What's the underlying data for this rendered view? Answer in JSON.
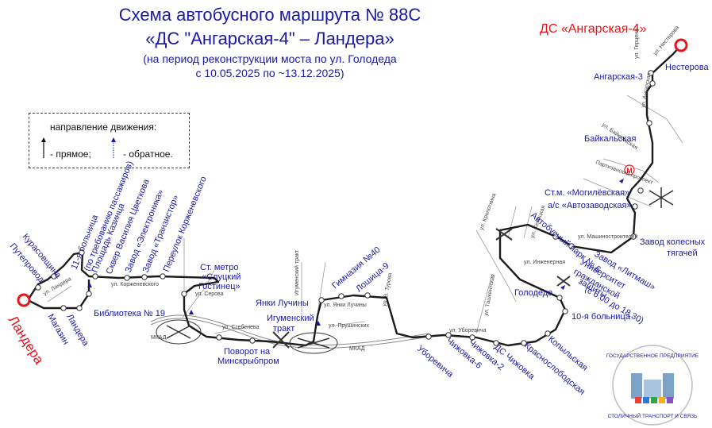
{
  "title": {
    "line1": "Схема автобусного маршрута № 88С",
    "line2": "«ДС \"Ангарская-4\" – Ландера»",
    "line3": "(на период реконструкции моста по ул. Голодеда",
    "line4": "с 10.05.2025 по ~13.12.2025)"
  },
  "terminals": {
    "start": "ДС «Ангарская-4»",
    "end": "Ландера"
  },
  "legend": {
    "title": "направление движения:",
    "forward": "- прямое;",
    "backward": "- обратное."
  },
  "stops": {
    "nesterova": "Нестерова",
    "angarskaya3": "Ангарская-3",
    "baikalskaya": "Байкальская",
    "mogilevskaya": "Ст.м. «Могилёвская»",
    "avtozavodskaya": "а/с «Автозаводская»",
    "zavod_kolesnyh_1": "Завод колесных",
    "zavod_kolesnyh_2": "тягачей",
    "avtopark": "Автобусный парк № 6",
    "zavod_litmash": "Завод «Литмаш»",
    "universitet_1": "Университет",
    "universitet_2": "гражданской",
    "universitet_3": "защиты",
    "universitet_time": "(с 6.00 до 18.30)",
    "golodeda": "Голодеда",
    "bolnica10": "10-я больница",
    "kolyadskaya": "Копыльская",
    "krasnoslobodskaya": "Краснослободская",
    "ds_chizhovka": "ДС Чижовка",
    "chizhovka2": "Чижовка-2",
    "chizhovka6": "Чижовка-6",
    "uborevicha": "Уборевича",
    "pashchina9": "Лошица-9",
    "gimnaziya40": "Гимназия №40",
    "yanki_luchiny": "Янки Лучины",
    "igumensky_1": "Игуменский",
    "igumensky_2": "тракт",
    "povorot_1": "Поворот на",
    "povorot_2": "Минскрыбпром",
    "st_metro_1": "Ст. метро",
    "st_metro_2": "«Слуцкий",
    "st_metro_3": "Гостинец»",
    "pereulok": "Переулок Корженевского",
    "zavod_tranzistor": "Завод «Транзистор»",
    "zavod_elektronika": "Завод «Электроника»",
    "skver": "Сквер Василия Цветкова",
    "ploshchad": "Площадь Казинца",
    "ploshchad_note": "(по требованию пассажиров)",
    "bolnica11": "11-я больница",
    "kurasovshchina": "Курасовщина",
    "puteprovod": "Путепровод",
    "biblioteka": "Библиотека № 19",
    "landera_stop": "Ландера",
    "magazin": "Магазин"
  },
  "streets": {
    "gertsena": "ул. Герцена",
    "nesterova": "ул. Нестерова",
    "angarskaya": "ул. Ангарская",
    "baikalskaya": "ул. Байкальская",
    "partizansky": "Партизанский проспект",
    "mashinostroitelei": "ул. Машиностроителей",
    "kuprevicha": "ул. Кропоткина",
    "inzhenernaya": "ул. Инженерная",
    "uborevicha": "ул. Уборевича",
    "yanki_luchiny": "ул. Янки Лучины",
    "prushinskih": "ул. Прушинских",
    "turova": "ул. В. Турова",
    "igumensky": "Игуменский тракт",
    "stebeneva": "ул. Стебенева",
    "serova": "ул. Серова",
    "korzhenevskogo": "ул. Корженевского",
    "landera": "ул. Ландера",
    "tashkentskaya": "ул. Ташкентская",
    "sivakova": "ул. Сеницкая",
    "mkad": "МКАД"
  },
  "metro_icon": "M",
  "logo": {
    "top": "ГОСУДАРСТВЕННОЕ ПРЕДПРИЯТИЕ",
    "bottom": "СТОЛИЧНЫЙ ТРАНСПОРТ И СВЯЗЬ"
  },
  "colors": {
    "route": "#1c1c1c",
    "stop_label": "#1a1aa6",
    "terminal": "#e8141b",
    "forward_arrow": "#111111",
    "backward_arrow": "#1a1aa6"
  }
}
